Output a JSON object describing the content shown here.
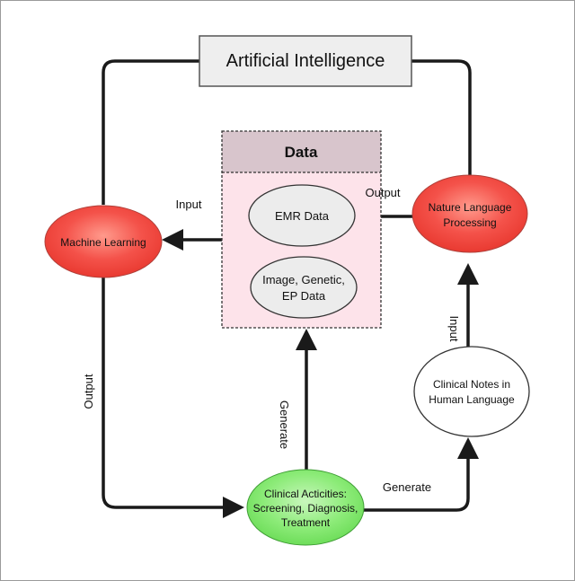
{
  "nodes": {
    "ai": {
      "label": "Artificial Intelligence"
    },
    "data": {
      "title": "Data"
    },
    "emr": {
      "label": "EMR Data"
    },
    "image": {
      "line1": "Image, Genetic,",
      "line2": "EP Data"
    },
    "ml": {
      "label": "Machine Learning"
    },
    "nlp": {
      "line1": "Nature Language",
      "line2": "Processing"
    },
    "notes": {
      "line1": "Clinical Notes in",
      "line2": "Human Language"
    },
    "clinical": {
      "line1": "Clinical Acticities:",
      "line2": "Screening, Diagnosis,",
      "line3": "Treatment"
    }
  },
  "edges": {
    "data_to_ml": "Input",
    "nlp_to_emr": "Output",
    "ml_to_clinical": "Output",
    "clinical_to_data": "Generate",
    "clinical_to_notes": "Generate",
    "notes_to_nlp": "Input"
  },
  "colors": {
    "red_node": "#f4524a",
    "green_node": "#7ce86a",
    "data_header": "#d8c5cc",
    "data_body": "#fde3ea",
    "gray_node": "#ececec",
    "ai_box": "#eeeeee",
    "line": "#1a1a1a"
  }
}
